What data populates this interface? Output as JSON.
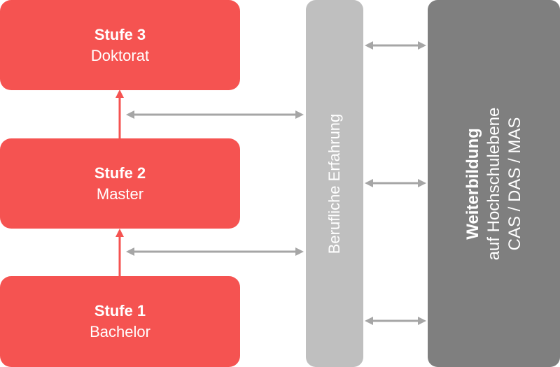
{
  "colors": {
    "stage": "#f55351",
    "experience_bar": "#bfbfbf",
    "training_bar": "#7f7f7f",
    "up_arrow": "#f55351",
    "link_arrow": "#a6a6a6"
  },
  "stages": [
    {
      "title": "Stufe 3",
      "subtitle": "Doktorat"
    },
    {
      "title": "Stufe 2",
      "subtitle": "Master"
    },
    {
      "title": "Stufe 1",
      "subtitle": "Bachelor"
    }
  ],
  "experience": {
    "label": "Berufliche Erfahrung"
  },
  "training": {
    "title": "Weiterbildung",
    "line2": "auf Hochschulebene",
    "line3": "CAS / DAS / MAS"
  }
}
